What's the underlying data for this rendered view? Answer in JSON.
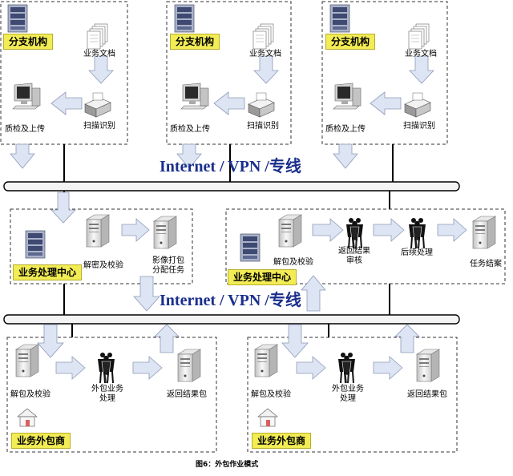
{
  "branches": [
    {
      "name": "分支机构",
      "doc": "业务文档",
      "scan": "扫描识别",
      "upload": "质检及上传"
    },
    {
      "name": "分支机构",
      "doc": "业务文档",
      "scan": "扫描识别",
      "upload": "质检及上传"
    },
    {
      "name": "分支机构",
      "doc": "业务文档",
      "scan": "扫描识别",
      "upload": "质检及上传"
    }
  ],
  "network_top": "Internet / VPN /专线",
  "network_mid": "Internet / VPN /专线",
  "center_left": {
    "name": "业务处理中心",
    "decrypt": "解密及校验",
    "pack_line1": "影像打包",
    "pack_line2": "分配任务"
  },
  "center_right": {
    "name": "业务处理中心",
    "unpack": "解包及校验",
    "review_line1": "返回结果",
    "review_line2": "审核",
    "follow": "后续处理",
    "close": "任务结案"
  },
  "vendors": [
    {
      "name": "业务外包商",
      "unpack": "解包及校验",
      "proc_line1": "外包业务",
      "proc_line2": "处理",
      "ret": "返回结果包"
    },
    {
      "name": "业务外包商",
      "unpack": "解包及校验",
      "proc_line1": "外包业务",
      "proc_line2": "处理",
      "ret": "返回结果包"
    }
  ],
  "caption": "图6：外包作业模式",
  "colors": {
    "tag": "#f2ec55",
    "network_text": "#1a2f8c",
    "arrow_fill": "#dde4f3",
    "bus_fill": "#f4f4f4"
  }
}
